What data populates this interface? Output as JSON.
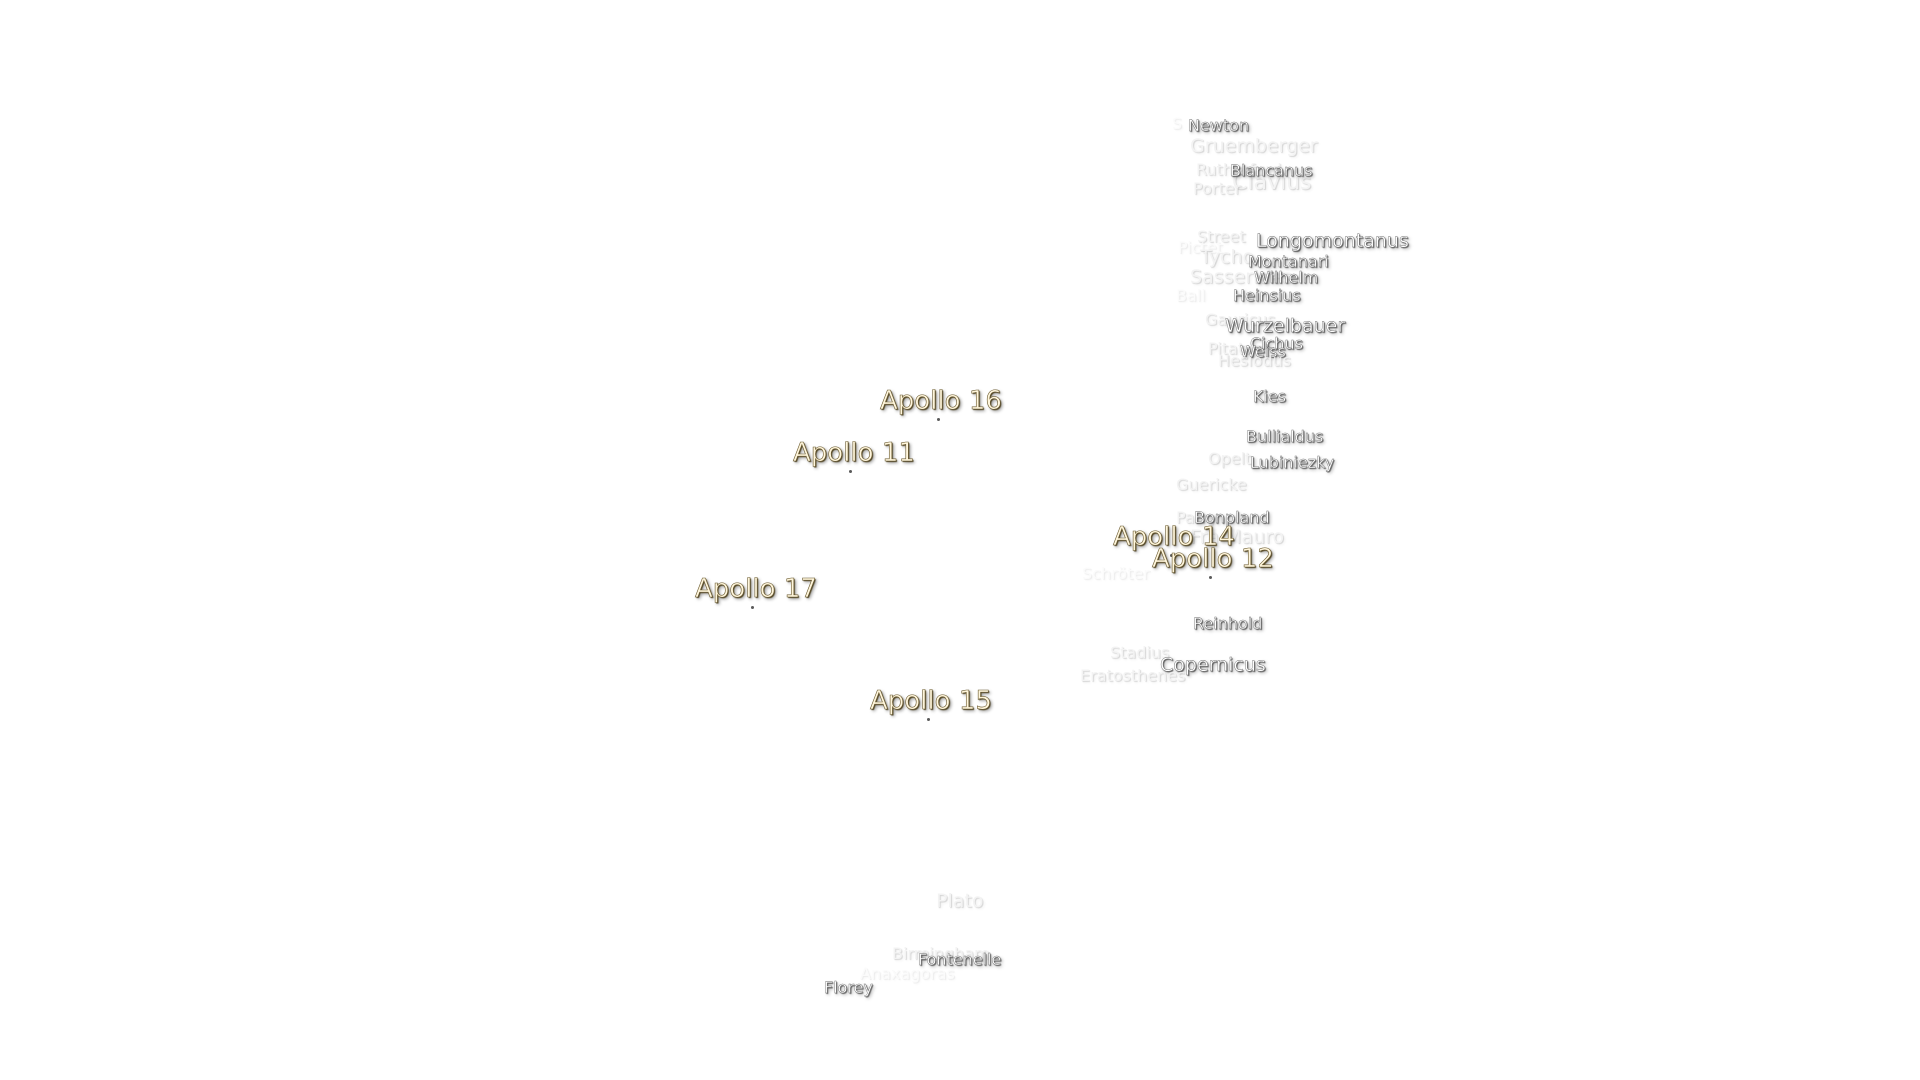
{
  "map": {
    "apollo_sites": [
      {
        "name": "Apollo 16"
      },
      {
        "name": "Apollo 11"
      },
      {
        "name": "Apollo 14"
      },
      {
        "name": "Apollo 12"
      },
      {
        "name": "Apollo 17"
      },
      {
        "name": "Apollo 15"
      }
    ],
    "craters": [
      {
        "name": "Newton"
      },
      {
        "name": "Gruemberger"
      },
      {
        "name": "Rutherfurd"
      },
      {
        "name": "Blancanus"
      },
      {
        "name": "Clavius"
      },
      {
        "name": "Porter"
      },
      {
        "name": "Street"
      },
      {
        "name": "Longomontanus"
      },
      {
        "name": "Pictet"
      },
      {
        "name": "Tycho"
      },
      {
        "name": "Montanari"
      },
      {
        "name": "Sasserides"
      },
      {
        "name": "Wilhelm"
      },
      {
        "name": "Ball"
      },
      {
        "name": "Heinsius"
      },
      {
        "name": "Gauricus"
      },
      {
        "name": "Wurzelbauer"
      },
      {
        "name": "Cichus"
      },
      {
        "name": "Pitatus"
      },
      {
        "name": "Weiss"
      },
      {
        "name": "Hesiodus"
      },
      {
        "name": "Kies"
      },
      {
        "name": "Bullialdus"
      },
      {
        "name": "Opelt"
      },
      {
        "name": "Lubiniezky"
      },
      {
        "name": "Guericke"
      },
      {
        "name": "Parry"
      },
      {
        "name": "Bonpland"
      },
      {
        "name": "Fra Mauro"
      },
      {
        "name": "Schröter"
      },
      {
        "name": "Reinhold"
      },
      {
        "name": "Stadius"
      },
      {
        "name": "Copernicus"
      },
      {
        "name": "Eratosthenes"
      },
      {
        "name": "Plato"
      },
      {
        "name": "Birmingham"
      },
      {
        "name": "Fontenelle"
      },
      {
        "name": "Anaxagoras"
      },
      {
        "name": "Florey"
      }
    ]
  }
}
